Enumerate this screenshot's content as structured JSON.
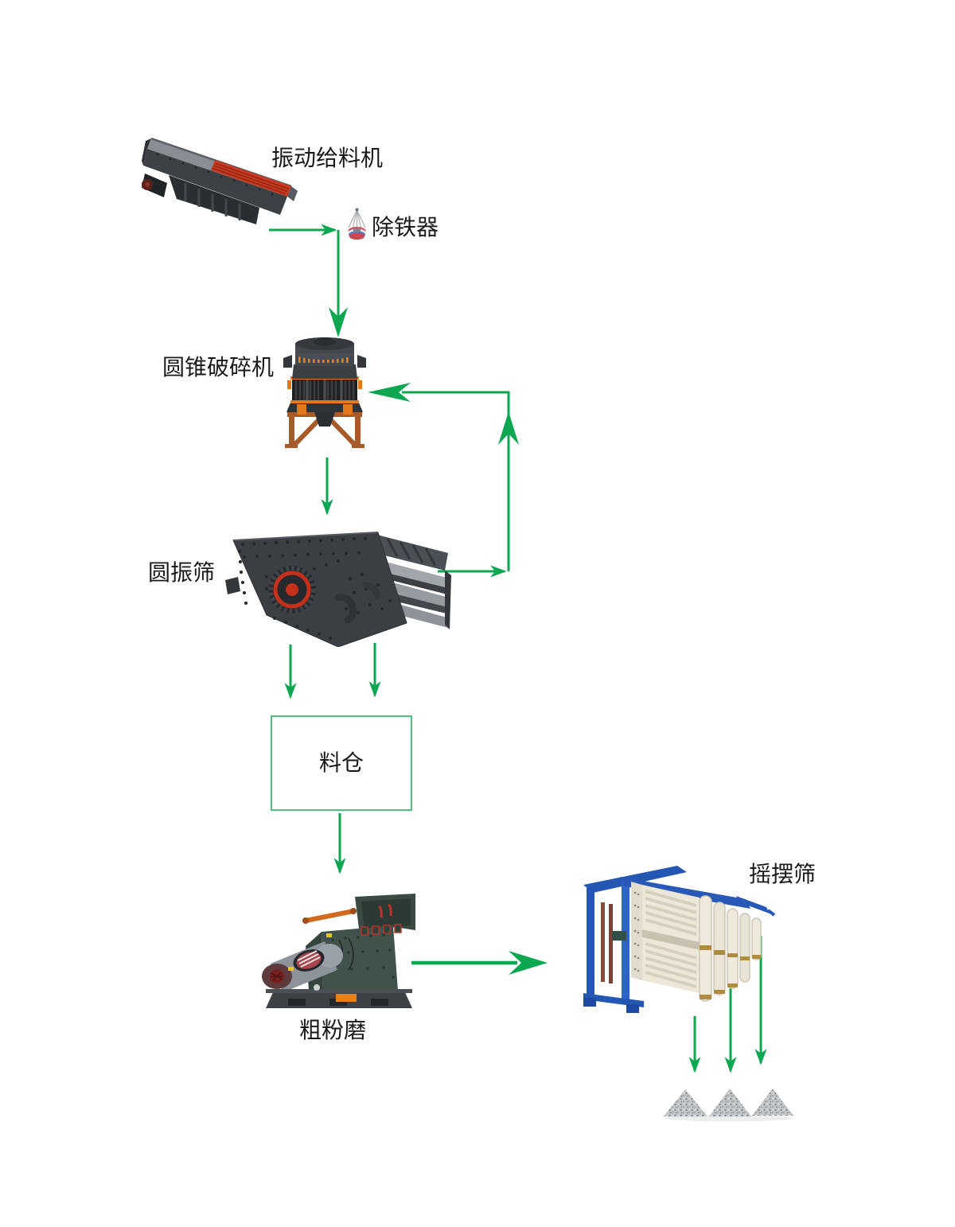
{
  "diagram": {
    "type": "process-flow",
    "background_color": "#ffffff",
    "arrow_color": "#0CA750",
    "bin_border_color": "#4FBE80",
    "label_color": "#1A1A1A",
    "nodes": {
      "feeder": {
        "label": "振动给料机",
        "icon": "vibrating-feeder-image"
      },
      "iron_remover": {
        "label": "除铁器",
        "icon": "iron-remover-icon"
      },
      "cone_crusher": {
        "label": "圆锥破碎机",
        "icon": "cone-crusher-image"
      },
      "vibrating_screen": {
        "label": "圆振筛",
        "icon": "circular-vibrating-screen-image"
      },
      "bin": {
        "label": "料仓",
        "icon": "material-bin-box"
      },
      "coarse_mill": {
        "label": "粗粉磨",
        "icon": "coarse-powder-mill-image"
      },
      "swing_screen": {
        "label": "摇摆筛",
        "icon": "swing-screen-image"
      },
      "products": {
        "icon": "product-piles-image"
      }
    },
    "flows": [
      {
        "from": "feeder",
        "to": "iron_remover"
      },
      {
        "from": "iron_remover",
        "to": "cone_crusher"
      },
      {
        "from": "cone_crusher",
        "to": "vibrating_screen"
      },
      {
        "from": "vibrating_screen",
        "to": "cone_crusher"
      },
      {
        "from": "vibrating_screen",
        "to": "bin"
      },
      {
        "from": "bin",
        "to": "coarse_mill"
      },
      {
        "from": "coarse_mill",
        "to": "swing_screen"
      },
      {
        "from": "swing_screen",
        "to": "products"
      }
    ]
  }
}
